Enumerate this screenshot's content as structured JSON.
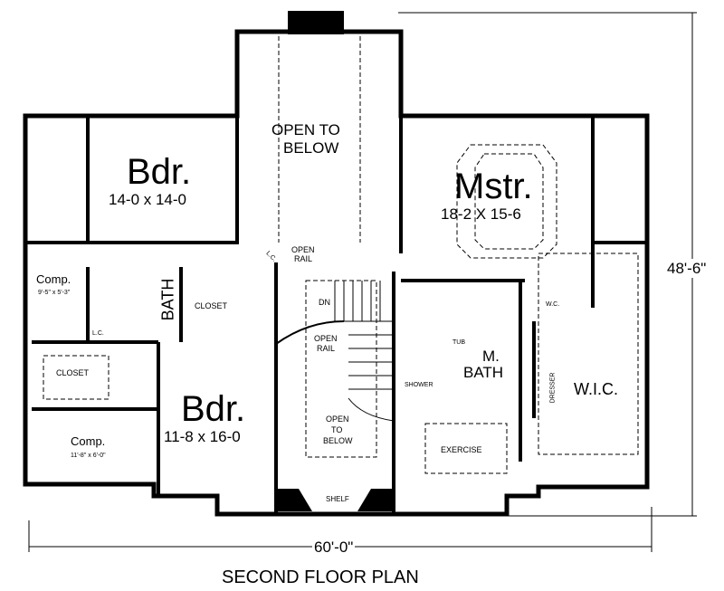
{
  "plan": {
    "title": "SECOND FLOOR PLAN",
    "overall_width": "60'-0\"",
    "overall_depth": "48'-6\""
  },
  "rooms": {
    "bedroom_1": {
      "name": "Bdr.",
      "size": "14-0 x 14-0"
    },
    "bedroom_2": {
      "name": "Bdr.",
      "size": "11-8 x 16-0"
    },
    "master": {
      "name": "Mstr.",
      "size": "18-2 X 15-6"
    },
    "open_to_below_top": {
      "line1": "OPEN TO",
      "line2": "BELOW"
    },
    "open_to_below_stair": {
      "line1": "OPEN",
      "line2": "TO",
      "line3": "BELOW"
    },
    "bath": {
      "name": "BATH"
    },
    "master_bath": {
      "line1": "M.",
      "line2": "BATH"
    },
    "wic": {
      "name": "W.I.C."
    },
    "comp_1": {
      "name": "Comp.",
      "size": "9'-5\" x 5'-3\""
    },
    "comp_2": {
      "name": "Comp.",
      "size": "11'-8\" x 6'-0\""
    },
    "closet_1": {
      "name": "CLOSET"
    },
    "closet_2": {
      "name": "CLOSET"
    },
    "linen_1": {
      "name": "L.C."
    },
    "linen_2": {
      "name": "L.C."
    },
    "open_rail_1": {
      "line1": "OPEN",
      "line2": "RAIL"
    },
    "open_rail_2": {
      "line1": "OPEN",
      "line2": "RAIL"
    },
    "stair_dn": {
      "name": "DN"
    },
    "shelf": {
      "name": "SHELF"
    },
    "exercise": {
      "name": "EXERCISE"
    },
    "shower": {
      "name": "SHOWER"
    },
    "tub": {
      "name": "TUB"
    },
    "wc": {
      "name": "W.C."
    },
    "dresser": {
      "name": "DRESSER"
    }
  },
  "colors": {
    "line": "#000000",
    "background": "#ffffff"
  }
}
